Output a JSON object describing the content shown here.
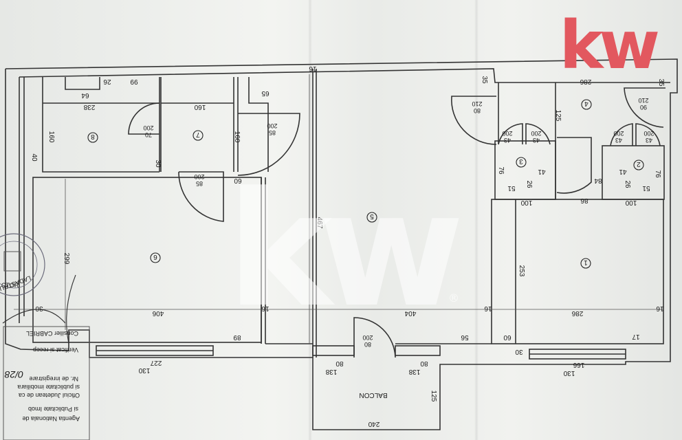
{
  "brand": {
    "logo_text": "kw",
    "color": "#e2585f"
  },
  "rooms": {
    "r1": "1",
    "r2": "2",
    "r3": "3",
    "r4": "4",
    "r5": "5",
    "r6": "6",
    "r7": "7",
    "r8": "8"
  },
  "dims": {
    "d16_top": "16",
    "d35_a": "35",
    "d286_top": "286",
    "d35_b": "35",
    "d26": "26",
    "d99": "99",
    "d64": "64",
    "d238": "238",
    "d160_a": "160",
    "d160_b": "160",
    "d160_c": "160",
    "d65": "65",
    "d40": "40",
    "d30_a": "30",
    "door_70_200": "70\n200",
    "door_85_200_a": "85\n200",
    "door_85_200_b": "85\n200",
    "d60_a": "60",
    "d467": "467",
    "d299": "299",
    "d30_b": "30",
    "d406": "406",
    "d16_mid": "16",
    "d404": "404",
    "d16_r": "16",
    "d286_bot": "286",
    "d16_far": "16",
    "d89": "89",
    "d56": "56",
    "d60_b": "60",
    "d17": "17",
    "d30_c": "30",
    "d227": "227",
    "d130_a": "130",
    "d138_a": "138",
    "d80_a": "80",
    "d138_b": "138",
    "d80_b": "80",
    "d166": "166",
    "d130_b": "130",
    "d80_200": "80\n200",
    "balcon": "BALCON",
    "d125_bal": "125",
    "d240": "240",
    "d253": "253",
    "d100_a": "100",
    "d86": "86",
    "d100_b": "100",
    "d125": "125",
    "d84": "84",
    "d76_a": "76",
    "d76_b": "76",
    "d51_a": "51",
    "d51_b": "51",
    "d26_a": "26",
    "d26_b": "26",
    "d41_a": "41",
    "d41_b": "41",
    "d43_200_a": "43\n200",
    "d43_200_b": "43\n200",
    "d43_200_c": "43\n200",
    "d43_200_d": "43\n200",
    "d80_210_a": "80\n210",
    "d90_210": "90\n210"
  },
  "stamp": {
    "line1": "Agentia Nationala de",
    "line2": "si Publicitate Imob",
    "line3": "Oficiul Judetean de ca",
    "line4": "si publicitate imobiliara",
    "line5": "Nr. de inregistrare",
    "line6": "Verificat si recep",
    "line7": "Consilier CABRIEL",
    "seal_top": "LADASTRU SI PUBLICITATE",
    "seal_bottom": "CTOR"
  },
  "signature_text": "0/28"
}
